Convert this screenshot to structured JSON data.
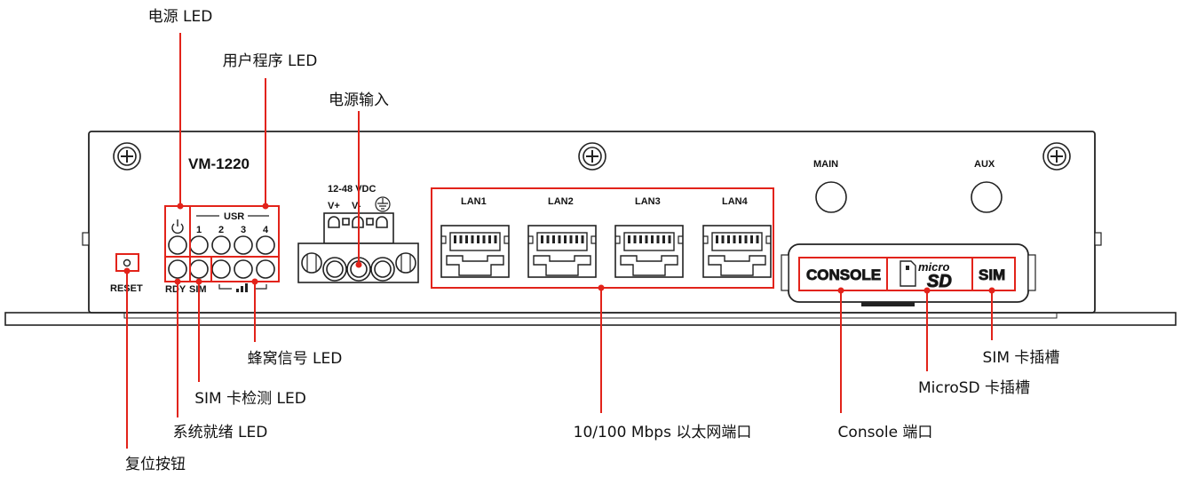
{
  "device": {
    "model": "VM-1220",
    "antenna_main": "MAIN",
    "antenna_aux": "AUX",
    "reset_label": "RESET",
    "power_voltage": "12-48 VDC",
    "terminal_vplus": "V+",
    "terminal_vminus": "V-",
    "usr_group": "USR",
    "usr_numbers": [
      "1",
      "2",
      "3",
      "4"
    ],
    "rdy_label": "RDY",
    "sim_label": "SIM",
    "lan_labels": [
      "LAN1",
      "LAN2",
      "LAN3",
      "LAN4"
    ],
    "console_label": "CONSOLE",
    "micro_label": "micro",
    "sd_label": "SD",
    "sim_slot_label": "SIM"
  },
  "callouts": {
    "power_led": "电源 LED",
    "user_led": "用户程序 LED",
    "power_input": "电源输入",
    "cellular_led": "蜂窝信号 LED",
    "sim_detect_led": "SIM 卡检测 LED",
    "system_ready_led": "系统就绪 LED",
    "reset_button": "复位按钮",
    "ethernet": "10/100 Mbps 以太网端口",
    "console_port": "Console 端口",
    "microsd_slot": "MicroSD 卡插槽",
    "sim_slot": "SIM 卡插槽"
  },
  "colors": {
    "callout_line": "#e2231a",
    "outline": "#222222"
  },
  "icons": [
    "screw-icon",
    "power-icon",
    "ground-icon",
    "signal-bars-icon",
    "rj45-port-icon",
    "sd-card-icon"
  ]
}
